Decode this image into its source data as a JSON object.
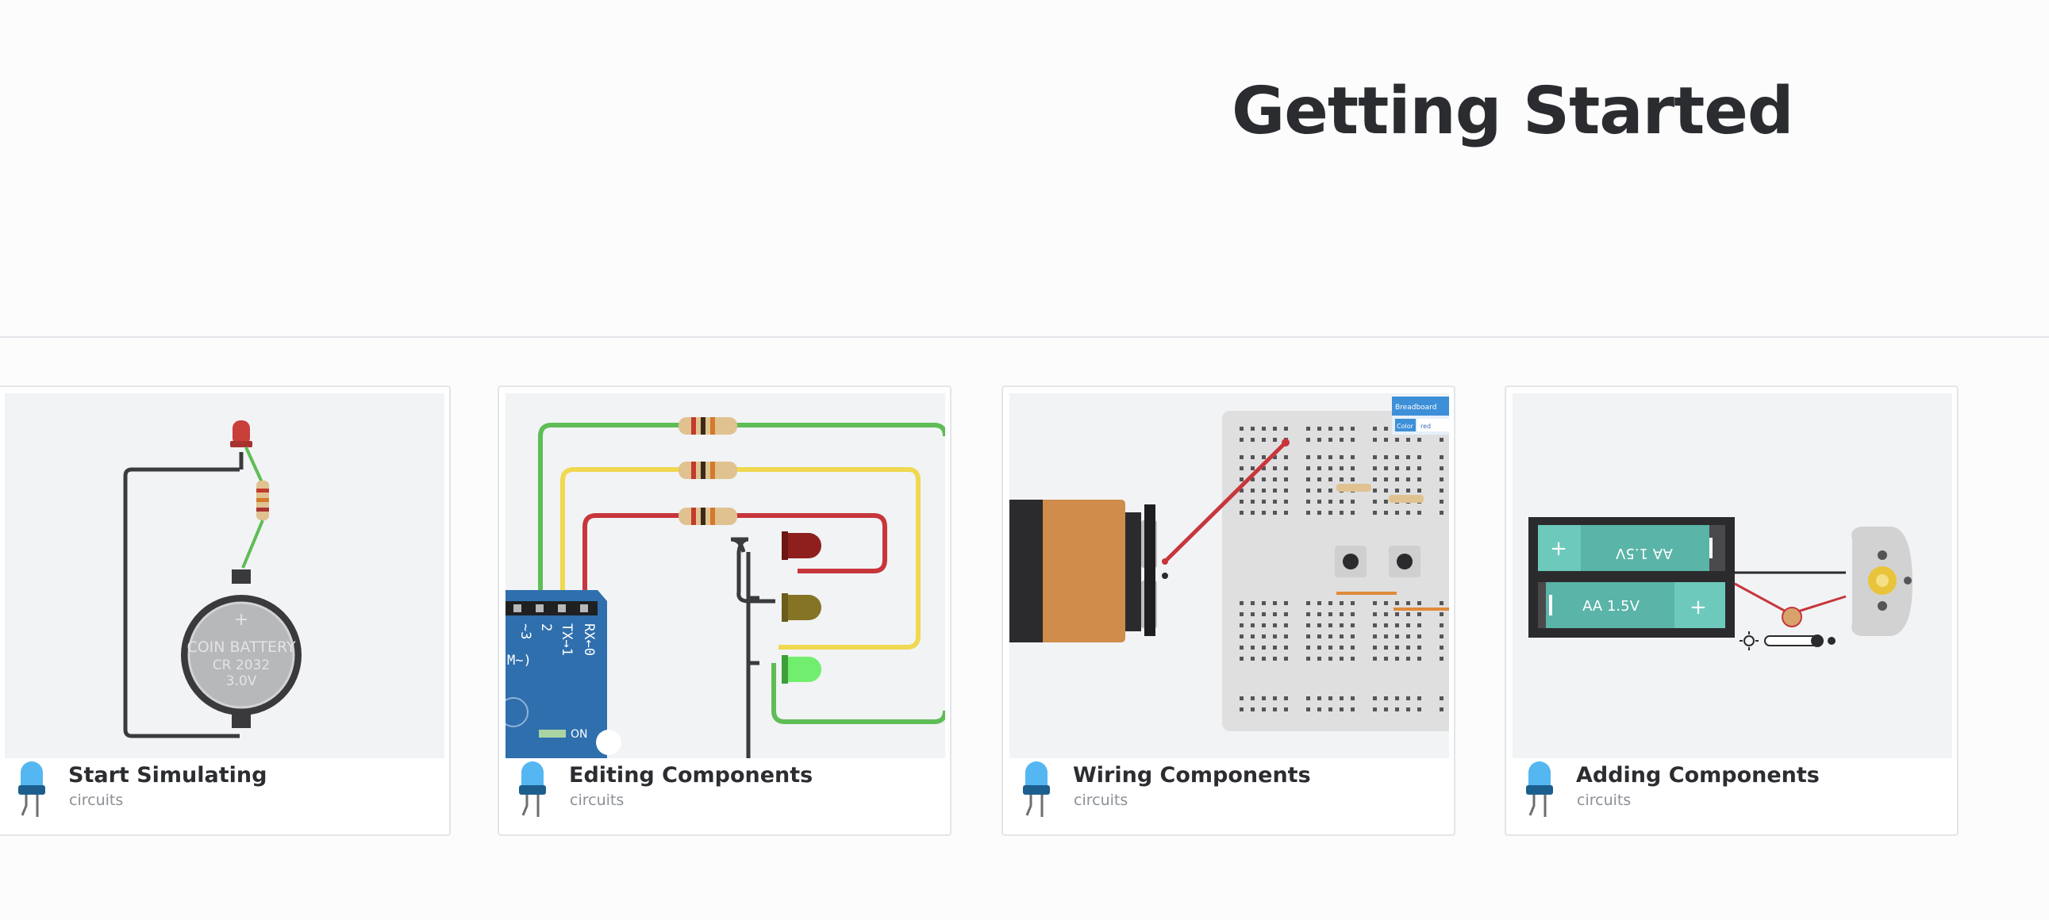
{
  "page": {
    "title": "Getting Started"
  },
  "lessons": [
    {
      "title": "Start Simulating",
      "category": "circuits",
      "thumb": {
        "battery_label_1": "COIN BATTERY",
        "battery_label_2": "CR 2032",
        "battery_label_3": "3.0V"
      }
    },
    {
      "title": "Editing Components",
      "category": "circuits",
      "thumb": {
        "pin_1": "~3",
        "pin_2": "2",
        "pin_3": "TX→1",
        "pin_4": "RX←0",
        "pin_5": "M~)",
        "on_label": "ON"
      }
    },
    {
      "title": "Wiring Components",
      "category": "circuits",
      "thumb": {
        "panel_title": "Breadboard",
        "panel_field_label": "Color",
        "panel_field_value": "red"
      }
    },
    {
      "title": "Adding Components",
      "category": "circuits",
      "thumb": {
        "cell_label_top": "AA 1.5V",
        "cell_label_bottom": "AA 1.5V"
      }
    }
  ],
  "colors": {
    "title": "#2a2c2f",
    "led_blue": "#4aaef0",
    "wire_red": "#c7363b",
    "wire_green": "#5fbd55",
    "wire_yellow": "#f0d850",
    "teal_cell": "#6ec9bd"
  },
  "icons": {
    "lesson_icon": "led-icon"
  }
}
